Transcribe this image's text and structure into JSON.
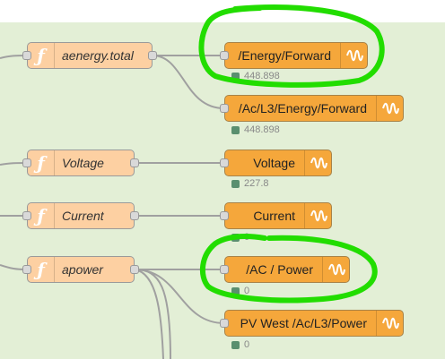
{
  "function_nodes": [
    {
      "label": "aenergy.total",
      "icon": "function-icon"
    },
    {
      "label": "Voltage",
      "icon": "function-icon"
    },
    {
      "label": "Current",
      "icon": "function-icon"
    },
    {
      "label": "apower",
      "icon": "function-icon"
    }
  ],
  "output_nodes": [
    {
      "label": "/Energy/Forward",
      "status": "448.898",
      "icon": "victron-wave-icon"
    },
    {
      "label": "/Ac/L3/Energy/Forward",
      "status": "448.898",
      "icon": "victron-wave-icon"
    },
    {
      "label": "Voltage",
      "status": "227.8",
      "icon": "victron-wave-icon"
    },
    {
      "label": "Current",
      "status": "0",
      "icon": "victron-wave-icon"
    },
    {
      "label": "/AC / Power",
      "status": "0",
      "icon": "victron-wave-icon"
    },
    {
      "label": "PV West /Ac/L3/Power",
      "status": "0",
      "icon": "victron-wave-icon"
    }
  ],
  "colors": {
    "canvas": "#e3efd6",
    "function_node": "#fdd0a2",
    "output_node": "#f5a73b",
    "status_dot": "#5a8f6f",
    "highlight": "#22dd00"
  }
}
